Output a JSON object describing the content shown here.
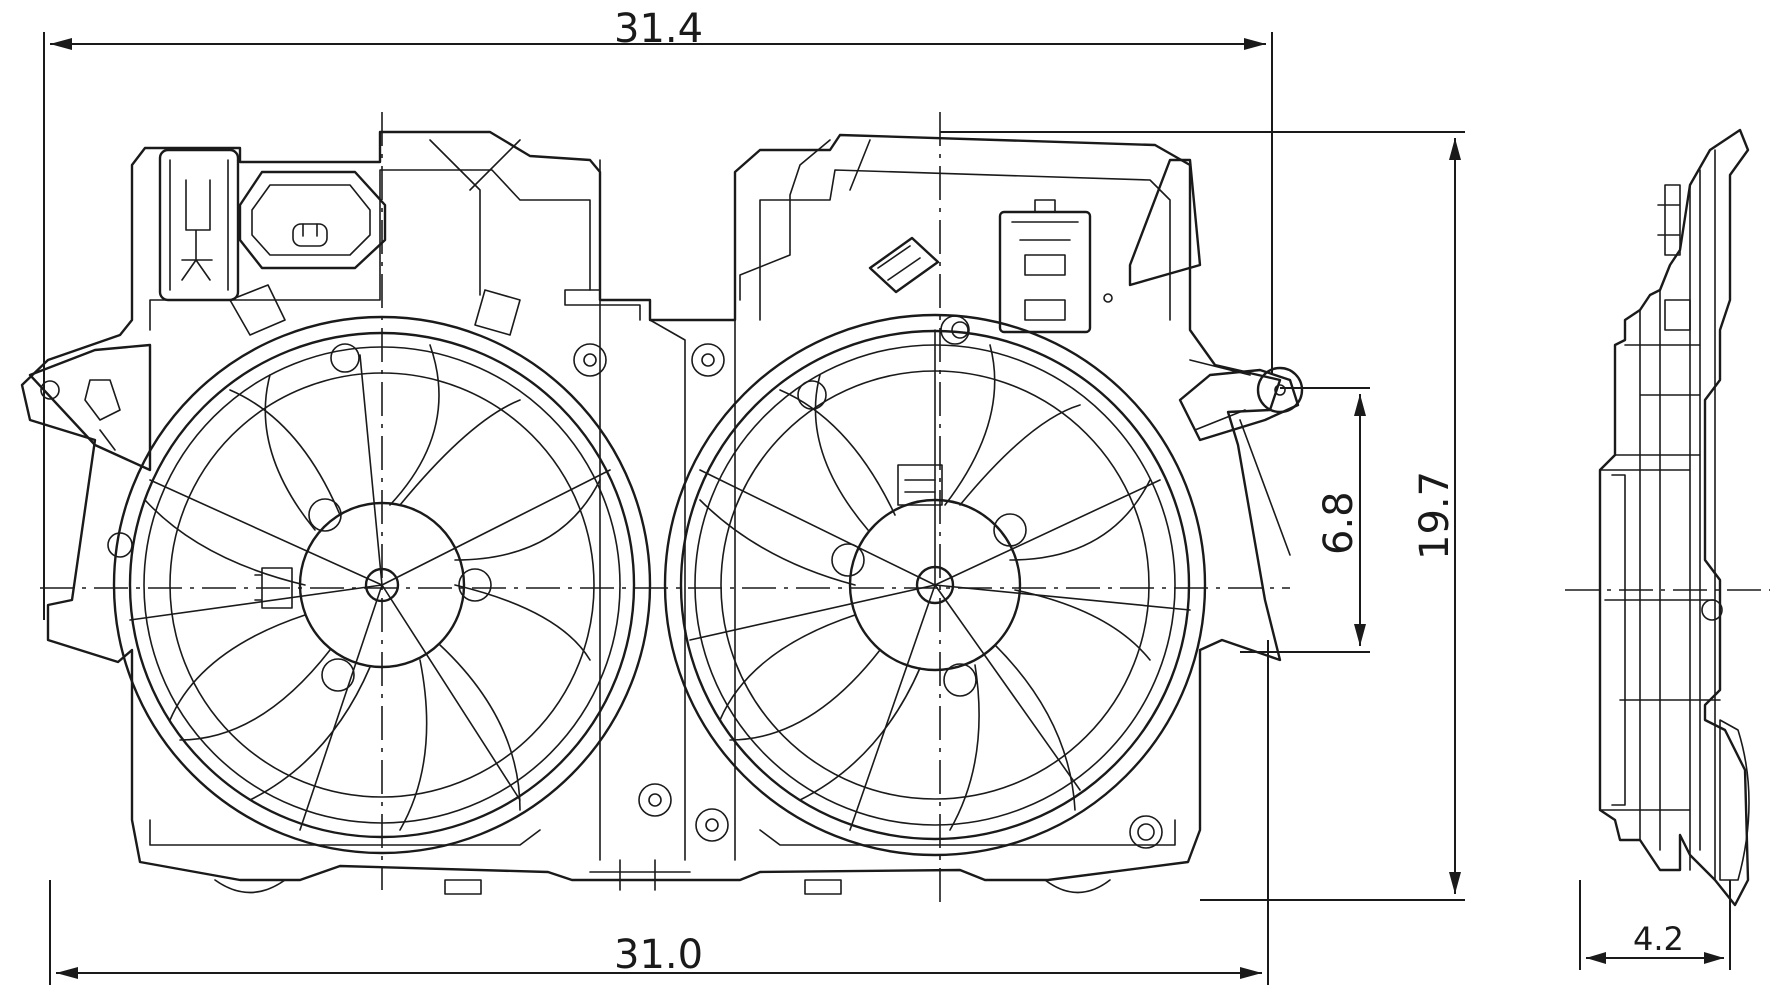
{
  "dimensions": {
    "overall_width_top": "31.4",
    "overall_width_bottom": "31.0",
    "overall_height": "19.7",
    "mount_spacing": "6.8",
    "depth": "4.2"
  },
  "colors": {
    "line": "#1a1a1a",
    "background": "#ffffff"
  }
}
